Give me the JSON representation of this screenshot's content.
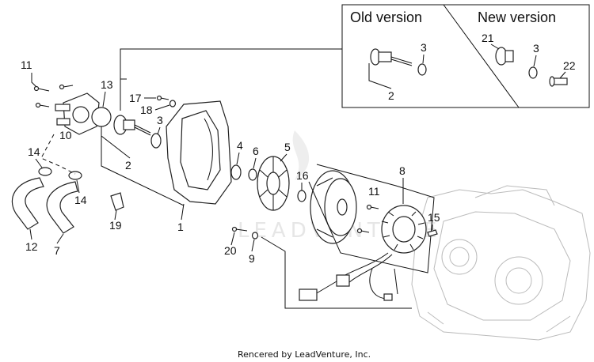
{
  "inset": {
    "old_version_label": "Old version",
    "new_version_label": "New version",
    "old_parts": [
      "3",
      "2"
    ],
    "new_parts": [
      "21",
      "3",
      "22"
    ]
  },
  "callouts": {
    "p1": "1",
    "p2": "2",
    "p3": "3",
    "p4": "4",
    "p5": "5",
    "p6": "6",
    "p7": "7",
    "p8": "8",
    "p9": "9",
    "p10": "10",
    "p11a": "11",
    "p11b": "11",
    "p12": "12",
    "p13": "13",
    "p14a": "14",
    "p14b": "14",
    "p15": "15",
    "p16": "16",
    "p17": "17",
    "p18": "18",
    "p19": "19",
    "p20": "20"
  },
  "watermark": {
    "text": "LEADVENTURE",
    "logo": "leadventure-flame-logo"
  },
  "footer": {
    "credit": "Rencered by LeadVenture, Inc."
  }
}
